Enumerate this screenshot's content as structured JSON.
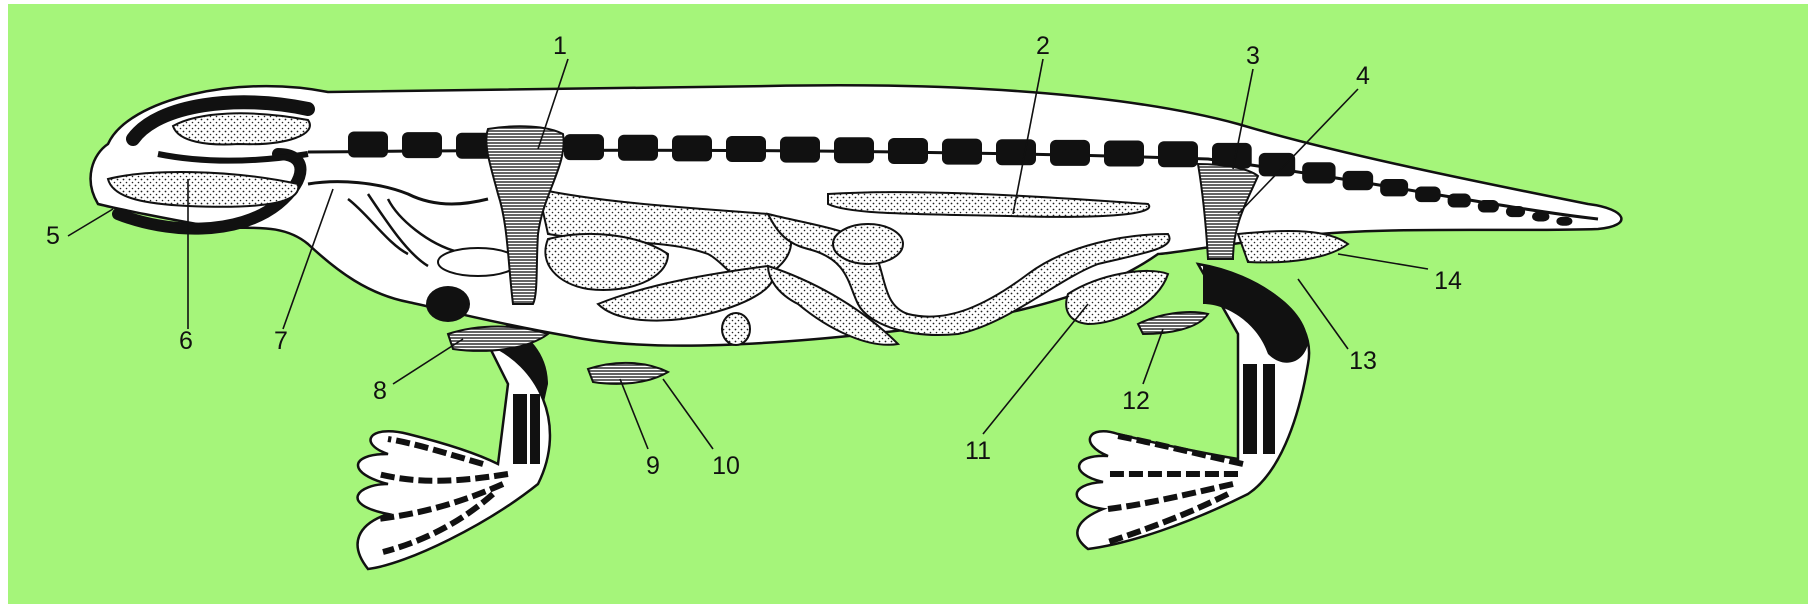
{
  "colors": {
    "background": "#a5f57a",
    "ink": "#111111",
    "body": "#ffffff"
  },
  "labels": [
    "1",
    "2",
    "3",
    "4",
    "5",
    "6",
    "7",
    "8",
    "9",
    "10",
    "11",
    "12",
    "13",
    "14"
  ]
}
